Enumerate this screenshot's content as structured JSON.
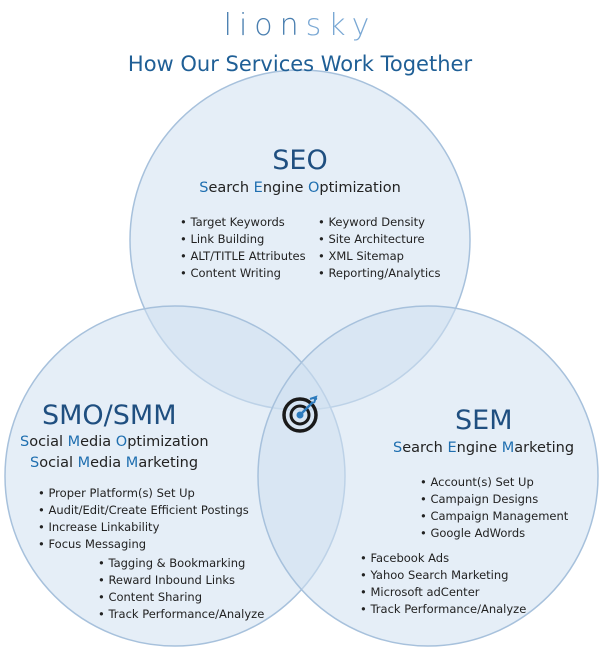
{
  "logo": {
    "part1": "lion",
    "part2": "sky"
  },
  "title": "How Our Services Work Together",
  "colors": {
    "circle_fill": "#dce8f4",
    "circle_stroke": "#a7c1dc",
    "title": "#1f5f96"
  },
  "center_icon": "target-icon",
  "seo": {
    "heading": "SEO",
    "subtitle": [
      "S",
      "earch ",
      "E",
      "ngine ",
      "O",
      "ptimization"
    ],
    "left": [
      "Target Keywords",
      "Link Building",
      "ALT/TITLE Attributes",
      "Content Writing"
    ],
    "right": [
      "Keyword Density",
      "Site Architecture",
      "XML Sitemap",
      "Reporting/Analytics"
    ]
  },
  "smo": {
    "heading": "SMO/SMM",
    "line1": [
      "S",
      "ocial ",
      "M",
      "edia ",
      "O",
      "ptimization"
    ],
    "line2": [
      "S",
      "ocial ",
      "M",
      "edia ",
      "M",
      "arketing"
    ],
    "list1": [
      "Proper Platform(s) Set Up",
      "Audit/Edit/Create Efficient Postings",
      "Increase Linkability",
      "Focus Messaging"
    ],
    "list2": [
      "Tagging & Bookmarking",
      "Reward Inbound Links",
      "Content Sharing",
      "Track Performance/Analyze"
    ]
  },
  "sem": {
    "heading": "SEM",
    "subtitle": [
      "S",
      "earch ",
      "E",
      "ngine ",
      "M",
      "arketing"
    ],
    "list1": [
      "Account(s) Set Up",
      "Campaign Designs",
      "Campaign Management",
      "Google AdWords"
    ],
    "list2": [
      "Facebook Ads",
      "Yahoo Search Marketing",
      "Microsoft adCenter",
      "Track Performance/Analyze"
    ]
  }
}
